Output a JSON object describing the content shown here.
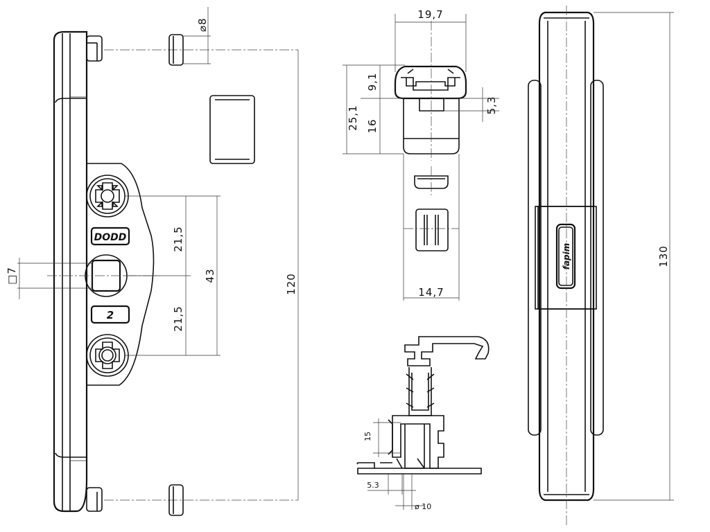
{
  "dimensions": {
    "diameter_8": "⌀8",
    "top_width": "19,7",
    "h_9_1": "9,1",
    "h_5_3": "5,3",
    "h_25_1": "25,1",
    "h_16": "16",
    "bottom_width": "14,7",
    "spacing_upper": "21,5",
    "spacing_lower": "21,5",
    "spacing_total": "43",
    "square_7": "□7",
    "length_120": "120",
    "length_130": "130",
    "profile_15": "15",
    "profile_5_3": "5.3",
    "profile_d10": "ø 10"
  },
  "labels": {
    "brand": "DODD",
    "size_mark": "2",
    "side_logo": "fapim"
  }
}
